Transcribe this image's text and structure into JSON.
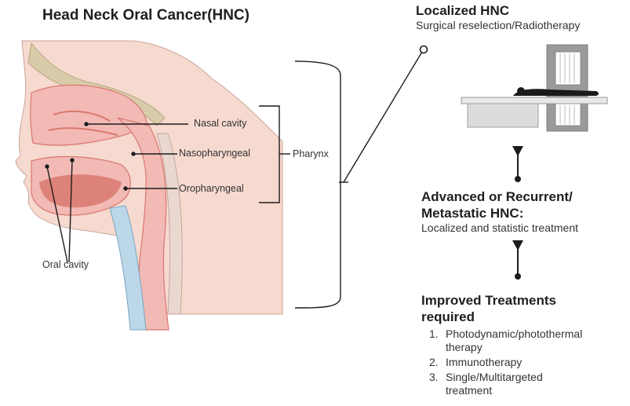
{
  "title": "Head Neck Oral Cancer(HNC)",
  "anatomy": {
    "nasal_cavity": "Nasal cavity",
    "nasopharyngeal": "Nasopharyngeal",
    "oropharyngeal": "Oropharyngeal",
    "pharynx": "Pharynx",
    "oral_cavity": "Oral cavity"
  },
  "steps": {
    "localized": {
      "title": "Localized HNC",
      "subtitle": "Surgical reselection/Radiotherapy"
    },
    "advanced": {
      "title_line1": "Advanced or Recurrent/",
      "title_line2": "Metastatic HNC:",
      "subtitle": "Localized and statistic treatment"
    },
    "improved": {
      "title_line1": "Improved Treatments",
      "title_line2": "required",
      "items": [
        {
          "num": "1.",
          "line1": "Photodynamic/photothermal",
          "line2": "therapy"
        },
        {
          "num": "2.",
          "line1": "Immunotherapy",
          "line2": ""
        },
        {
          "num": "3.",
          "line1": "Single/Multitargeted",
          "line2": "treatment"
        }
      ]
    }
  },
  "colors": {
    "tissue_pink": "#f2b9b5",
    "tissue_dark": "#d9786f",
    "skin": "#f6d9cf",
    "bone": "#d8cba9",
    "line": "#1c1c1c"
  }
}
